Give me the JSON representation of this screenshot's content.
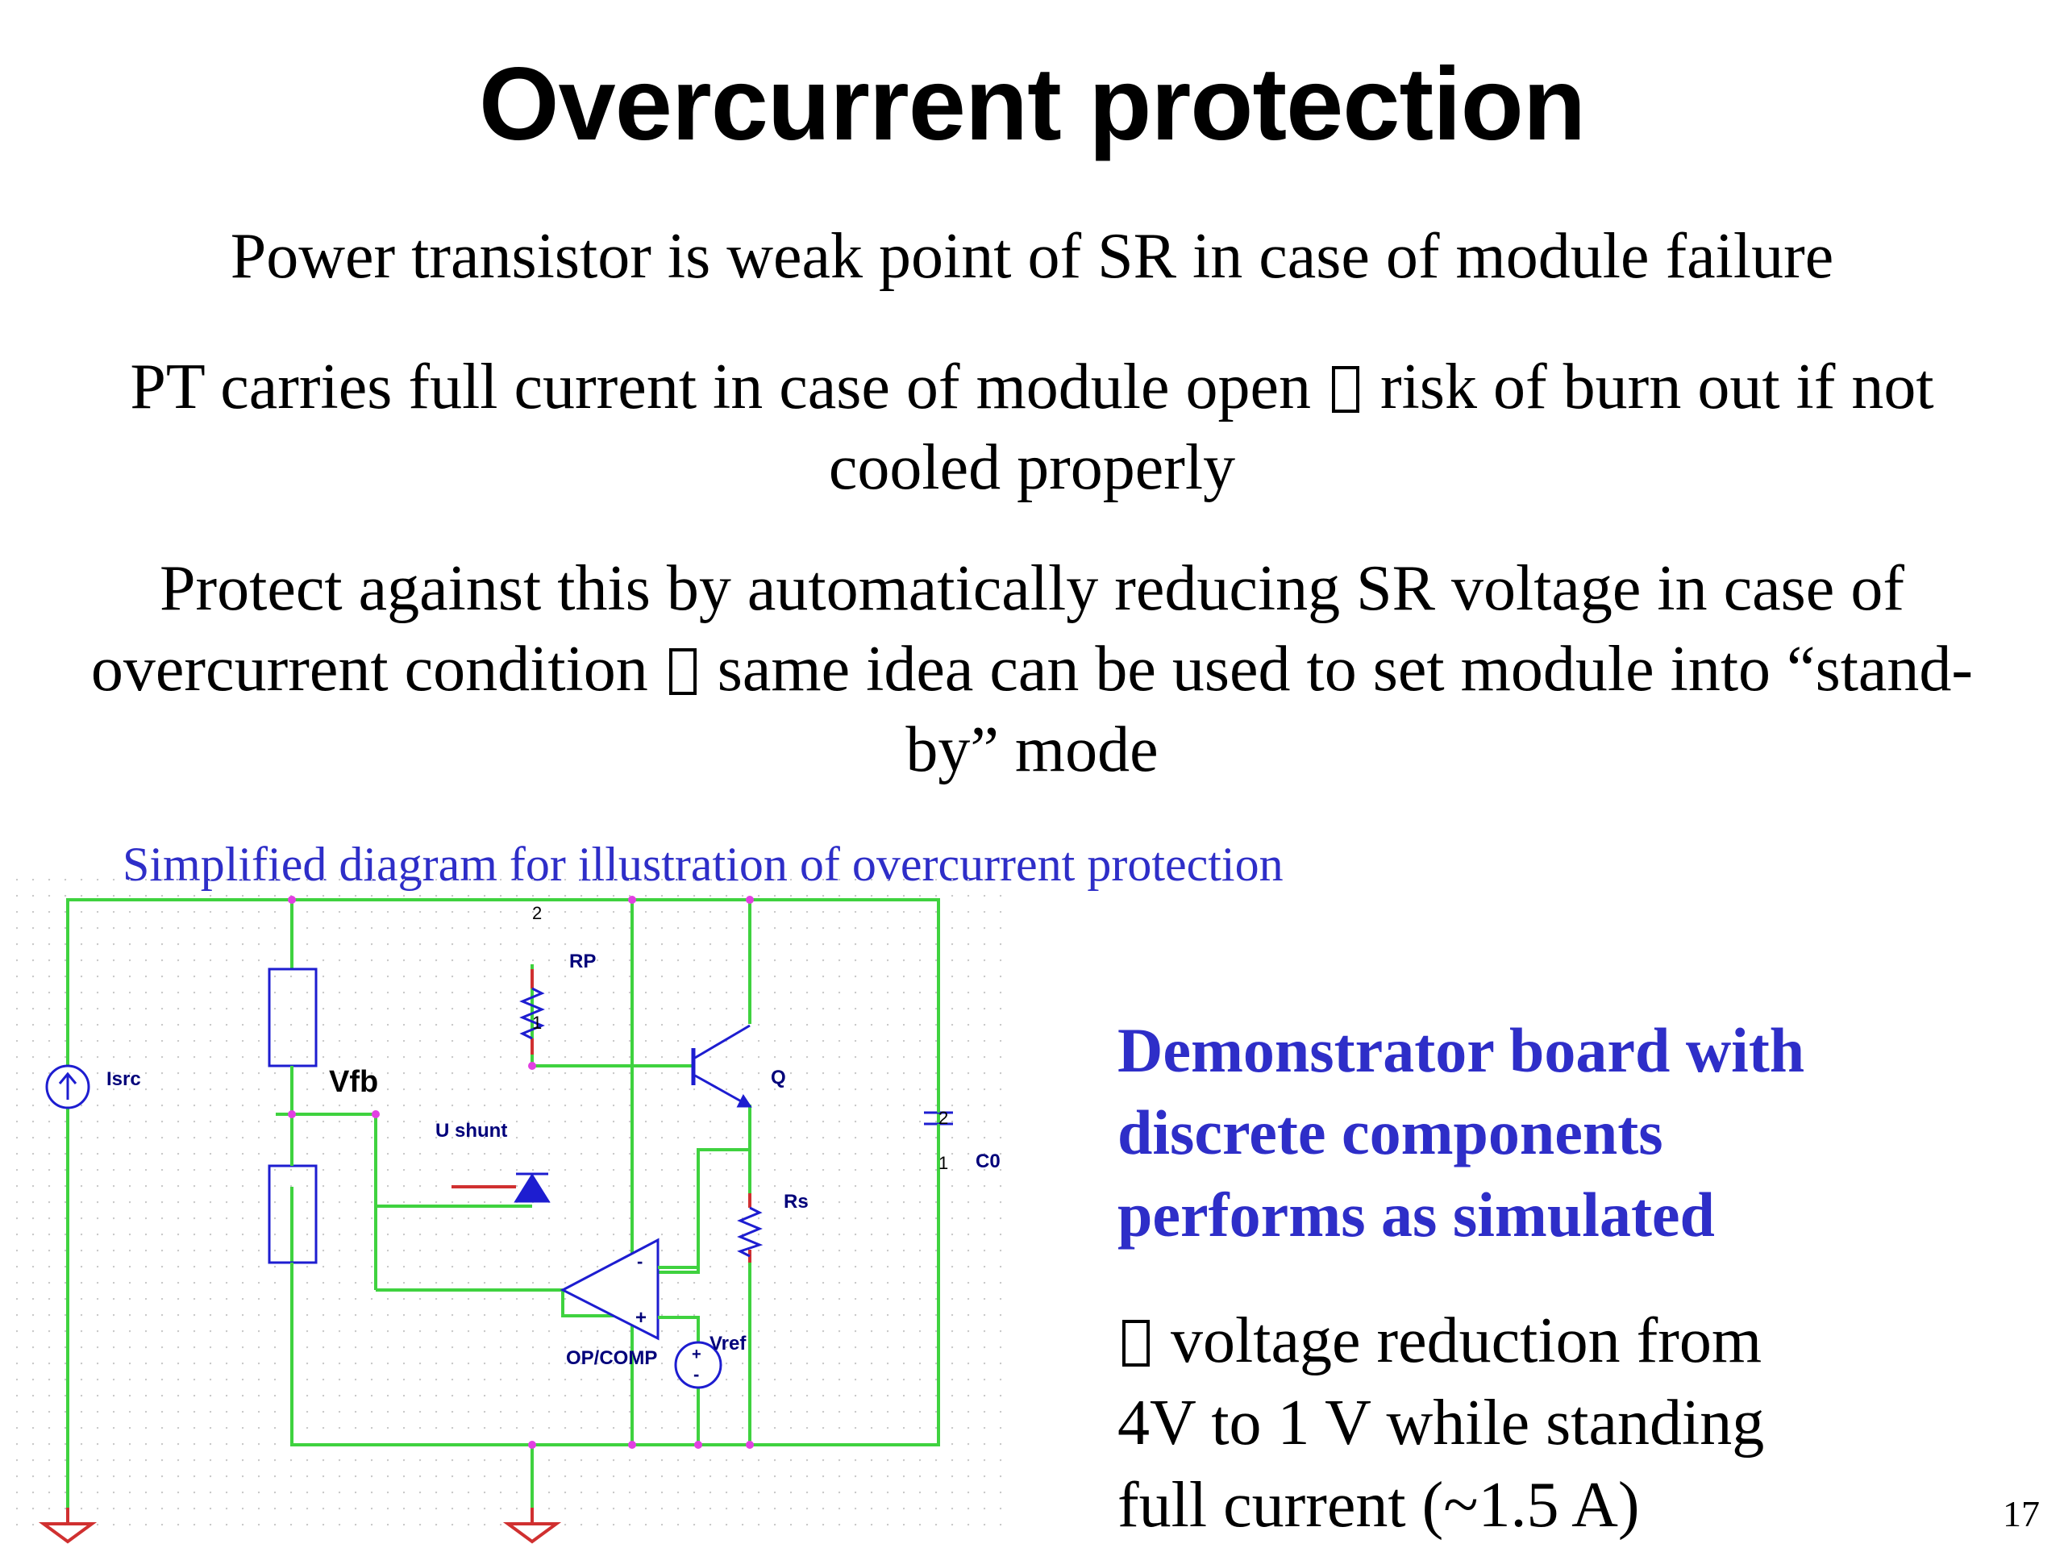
{
  "slide": {
    "title": "Overcurrent protection",
    "point1": "Power transistor is weak point of SR in case of module failure",
    "point2_a": "PT carries full current in case of module open",
    "point2_b": "risk of burn out if not",
    "point2_c": "cooled properly",
    "point3_a": "Protect against this by automatically reducing SR voltage in case of",
    "point3_b": "overcurrent condition",
    "point3_c": "same idea can be used to set module into “stand-",
    "point3_d": "by” mode",
    "page_number": "17"
  },
  "diagram": {
    "caption": "Simplified diagram for illustration of overcurrent protection",
    "labels": {
      "isrc": "Isrc",
      "vfb": "Vfb",
      "rp": "RP",
      "q": "Q",
      "ushunt": "U shunt",
      "c0": "C0",
      "rs": "Rs",
      "opcomp": "OP/COMP",
      "vref": "Vref",
      "rp_pin_top": "2",
      "rp_pin_bottom": "1",
      "c0_pin_top": "2",
      "c0_pin_bottom": "1"
    },
    "colors": {
      "wire": "#3fd23f",
      "component": "#1d1dd0",
      "node": "#e23fe2",
      "ground": "#d03030"
    }
  },
  "result": {
    "heading_1": "Demonstrator board with",
    "heading_2": "discrete components",
    "heading_3": "performs as simulated",
    "text_1": "voltage reduction from",
    "text_2": "4V to 1 V while standing",
    "text_3": "full current (~1.5 A)"
  }
}
